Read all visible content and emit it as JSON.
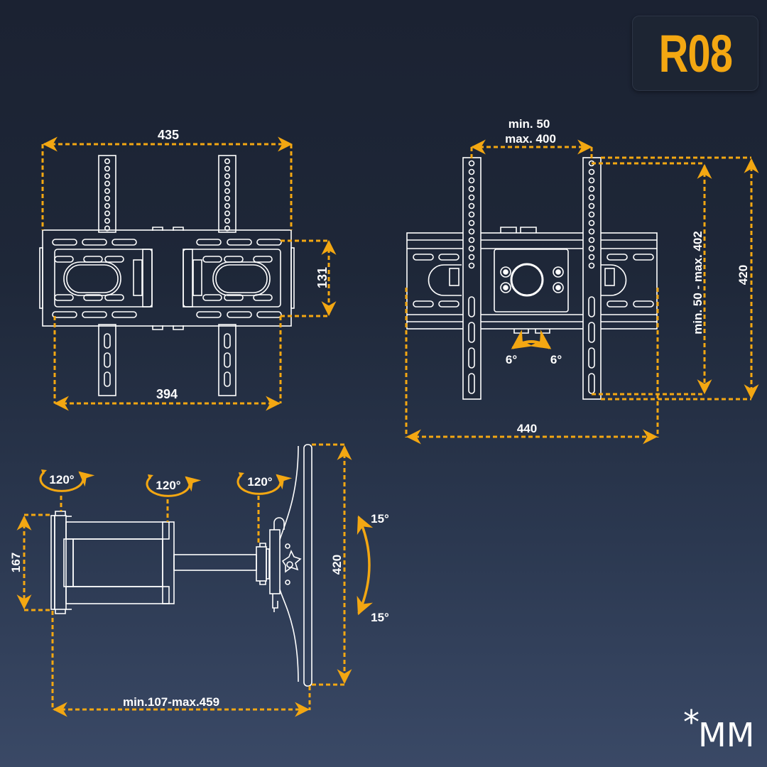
{
  "model": {
    "label": "R08"
  },
  "unit": {
    "asterisk": "*",
    "label": "MM"
  },
  "colors": {
    "accent": "#f3a712",
    "line": "#ffffff",
    "background_top": "#1b2232",
    "background_bottom": "#3a4966"
  },
  "front_view": {
    "dimensions": {
      "overall_width": "435",
      "hole_spacing_width": "394",
      "hole_spacing_height": "131"
    }
  },
  "tilt_view": {
    "dimensions": {
      "vesa_width_min": "min. 50",
      "vesa_width_max": "max. 400",
      "vesa_height": "min. 50 - max. 402",
      "overall_height": "420",
      "overall_width": "440"
    },
    "tilt": {
      "left": "6°",
      "right": "6°"
    }
  },
  "side_view": {
    "dimensions": {
      "wall_plate_height": "167",
      "plate_height": "420",
      "extension": "min.107-max.459"
    },
    "swivel": [
      "120°",
      "120°",
      "120°"
    ],
    "tilt": {
      "up": "15°",
      "down": "15°"
    }
  }
}
